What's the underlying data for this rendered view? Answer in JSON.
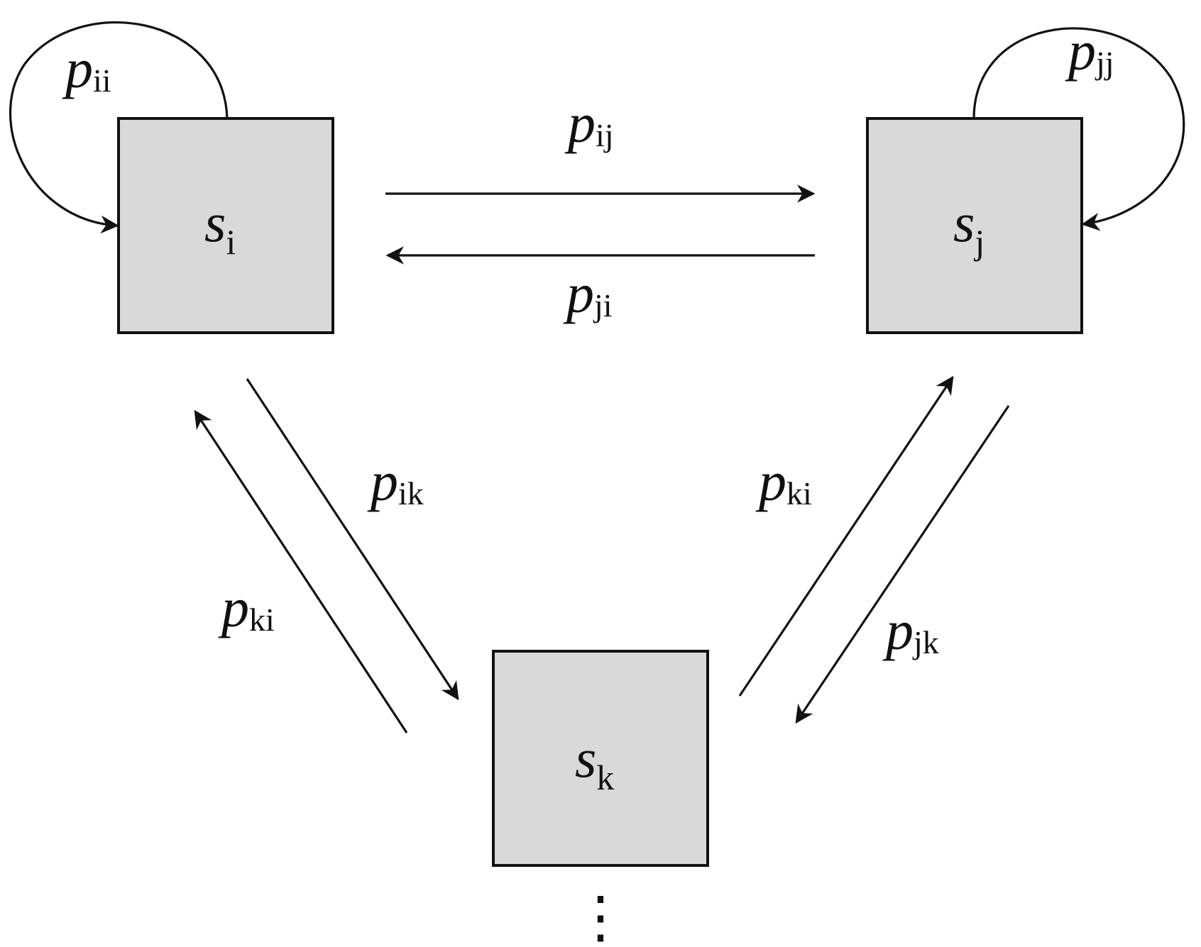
{
  "states": {
    "si": {
      "symbol": "s",
      "sub": "i"
    },
    "sj": {
      "symbol": "s",
      "sub": "j"
    },
    "sk": {
      "symbol": "s",
      "sub": "k"
    }
  },
  "transitions": {
    "p_ii": {
      "symbol": "p",
      "sub": "ii"
    },
    "p_jj": {
      "symbol": "p",
      "sub": "jj"
    },
    "p_ij": {
      "symbol": "p",
      "sub": "ij"
    },
    "p_ji": {
      "symbol": "p",
      "sub": "ji"
    },
    "p_ik": {
      "symbol": "p",
      "sub": "ik"
    },
    "p_ki_left": {
      "symbol": "p",
      "sub": "ki"
    },
    "p_ki_right": {
      "symbol": "p",
      "sub": "ki"
    },
    "p_jk": {
      "symbol": "p",
      "sub": "jk"
    }
  },
  "continuation": "⋮"
}
